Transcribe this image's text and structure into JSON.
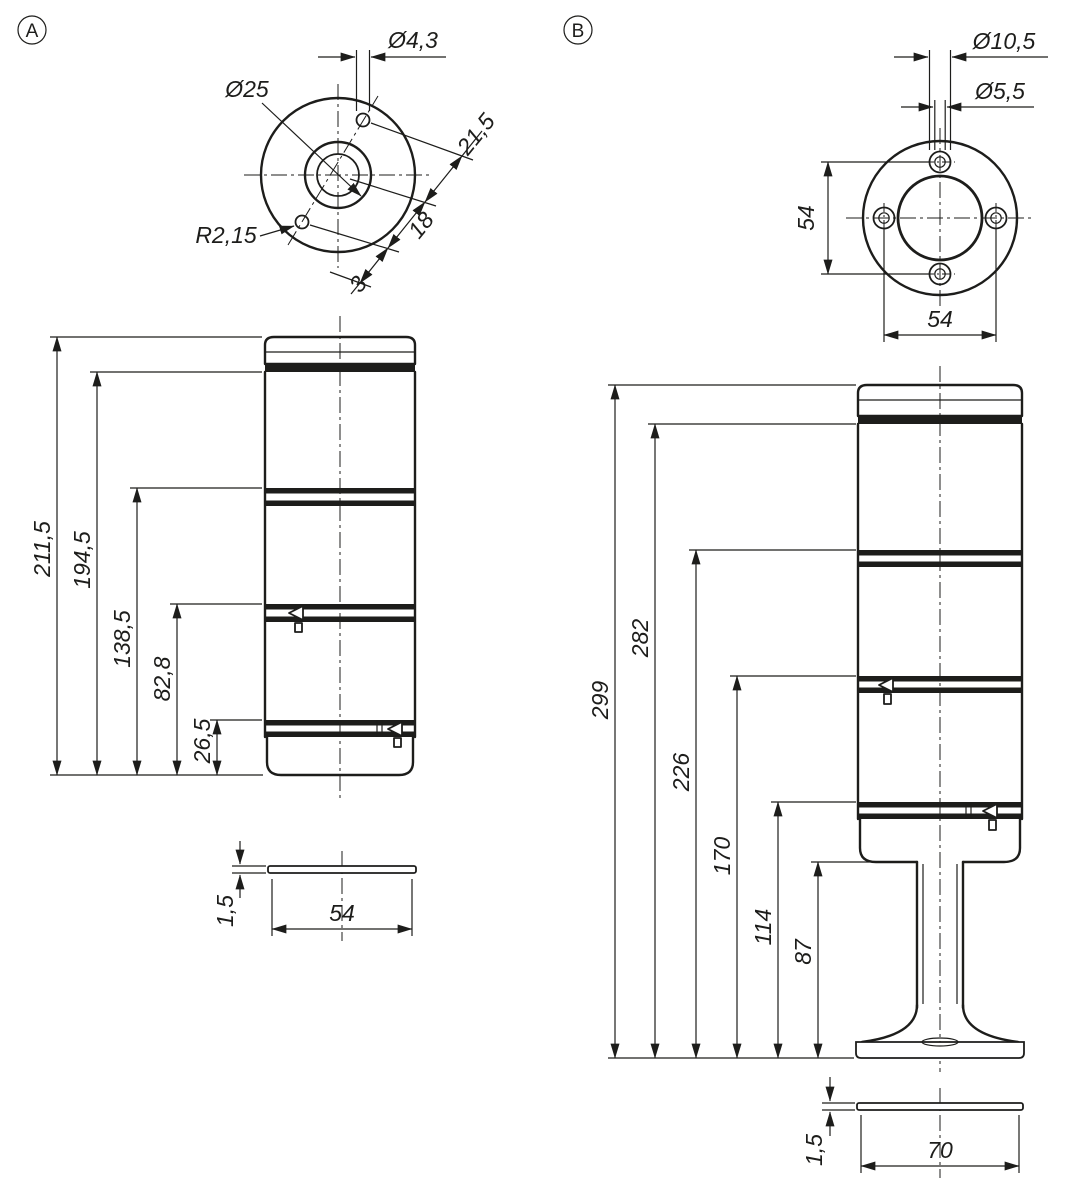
{
  "colors": {
    "line": "#1d1d1b",
    "background": "#ffffff"
  },
  "variantA": {
    "label": "A",
    "top": {
      "hole_diameter": "Ø4,3",
      "center_diameter": "Ø25",
      "slot_radius": "R2,15",
      "offset_1": "21,5",
      "offset_2": "18",
      "offset_3": "3"
    },
    "side": {
      "total_height": "211,5",
      "height_2": "194,5",
      "height_3": "138,5",
      "height_4": "82,8",
      "height_5": "26,5"
    },
    "plate": {
      "thickness": "1,5",
      "width": "54"
    }
  },
  "variantB": {
    "label": "B",
    "top": {
      "hole_outer_diameter": "Ø10,5",
      "hole_inner_diameter": "Ø5,5",
      "bolt_spacing_vertical": "54",
      "bolt_spacing_horizontal": "54"
    },
    "side": {
      "total_height": "299",
      "height_2": "282",
      "height_3": "226",
      "height_4": "170",
      "height_5": "114",
      "height_6": "87"
    },
    "plate": {
      "thickness": "1,5",
      "width": "70"
    }
  }
}
